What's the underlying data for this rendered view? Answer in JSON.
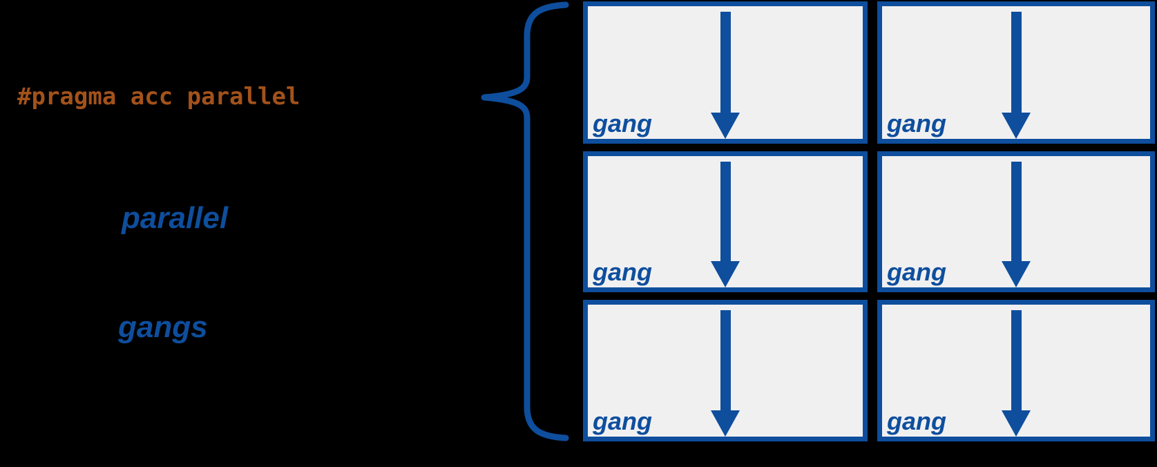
{
  "colors": {
    "background": "#000000",
    "accent_blue": "#0E4E9D",
    "code_orange": "#A3521A",
    "box_fill": "#F0F0F1"
  },
  "code": {
    "pragma": "#pragma acc parallel"
  },
  "keywords": {
    "parallel": "parallel",
    "gangs": "gangs"
  },
  "diagram": {
    "rows": 3,
    "columns": 2,
    "cells": [
      {
        "label": "gang"
      },
      {
        "label": "gang"
      },
      {
        "label": "gang"
      },
      {
        "label": "gang"
      },
      {
        "label": "gang"
      },
      {
        "label": "gang"
      }
    ]
  }
}
